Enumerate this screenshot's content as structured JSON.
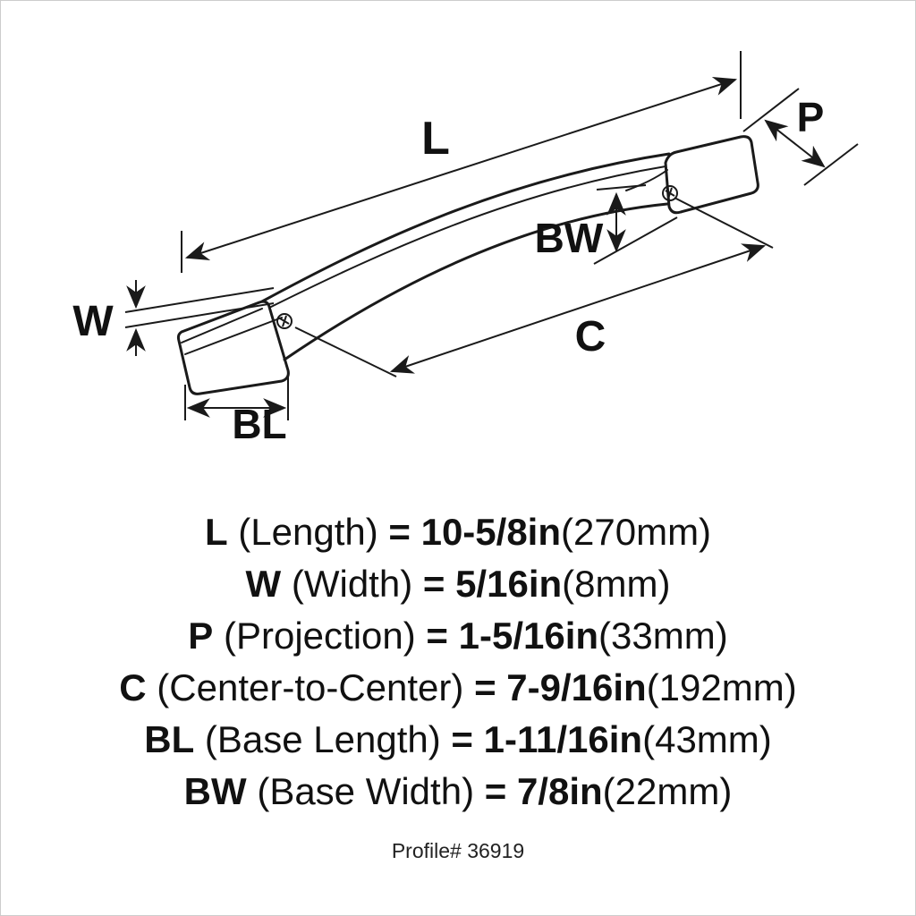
{
  "page": {
    "background": "#ffffff",
    "border_color": "#cccccc",
    "ink_color": "#1a1a1a"
  },
  "diagram": {
    "description": "Technical line drawing of a curved cabinet pull handle with two screw bases and dimension arrows",
    "labels": {
      "length": "L",
      "width": "W",
      "projection": "P",
      "center_to_center": "C",
      "base_length": "BL",
      "base_width": "BW"
    }
  },
  "specs": [
    {
      "abbr": "L",
      "name": "(Length)",
      "equals": "=",
      "value": "10-5/8in",
      "metric": "(270mm)"
    },
    {
      "abbr": "W",
      "name": "(Width)",
      "equals": "=",
      "value": "5/16in",
      "metric": "(8mm)"
    },
    {
      "abbr": "P",
      "name": "(Projection)",
      "equals": "=",
      "value": "1-5/16in",
      "metric": "(33mm)"
    },
    {
      "abbr": "C",
      "name": "(Center-to-Center)",
      "equals": "=",
      "value": "7-9/16in",
      "metric": "(192mm)"
    },
    {
      "abbr": "BL",
      "name": "(Base Length)",
      "equals": "=",
      "value": "1-11/16in",
      "metric": "(43mm)"
    },
    {
      "abbr": "BW",
      "name": "(Base Width)",
      "equals": "=",
      "value": "7/8in",
      "metric": "(22mm)"
    }
  ],
  "footer": {
    "profile": "Profile# 36919"
  }
}
